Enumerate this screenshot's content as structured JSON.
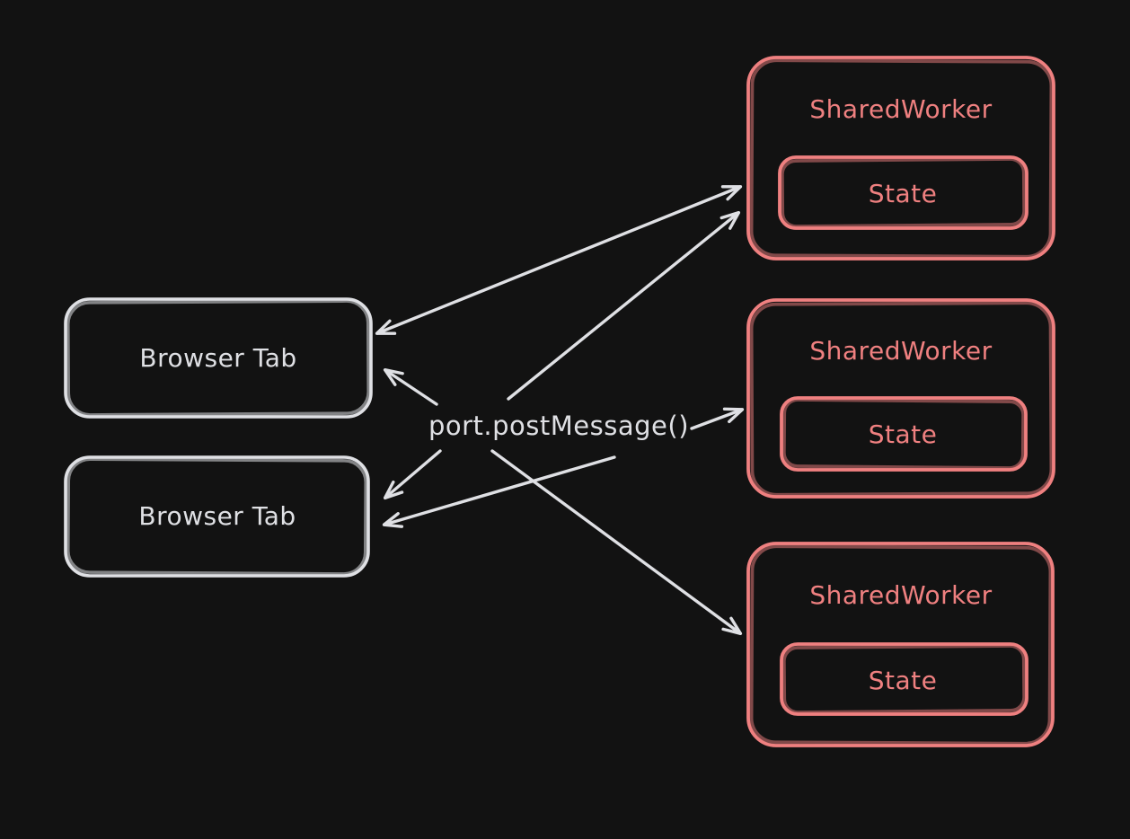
{
  "diagram": {
    "title_semantic": "SharedWorker message passing diagram",
    "background": "#121212",
    "colors": {
      "light": "#dfe0e4",
      "accent": "#ef8080"
    },
    "center_label": "port.postMessage()",
    "browser_tabs": [
      {
        "label": "Browser Tab"
      },
      {
        "label": "Browser Tab"
      }
    ],
    "shared_workers": [
      {
        "label": "SharedWorker",
        "state": "State"
      },
      {
        "label": "SharedWorker",
        "state": "State"
      },
      {
        "label": "SharedWorker",
        "state": "State"
      }
    ],
    "arrows": [
      {
        "from": "browser-tab-1",
        "to": "shared-worker-1",
        "bidirectional": true
      },
      {
        "from": "port-postmessage-label",
        "to": "shared-worker-1",
        "bidirectional": false
      },
      {
        "from": "port-postmessage-label",
        "to": "shared-worker-2",
        "bidirectional": false
      },
      {
        "from": "port-postmessage-label",
        "to": "shared-worker-3",
        "bidirectional": false
      },
      {
        "from": "port-postmessage-label",
        "to": "browser-tab-1",
        "bidirectional": false
      },
      {
        "from": "port-postmessage-label",
        "to": "browser-tab-2",
        "bidirectional": false
      },
      {
        "from": "port-postmessage-label",
        "to": "browser-tab-2",
        "bidirectional": false
      }
    ]
  }
}
